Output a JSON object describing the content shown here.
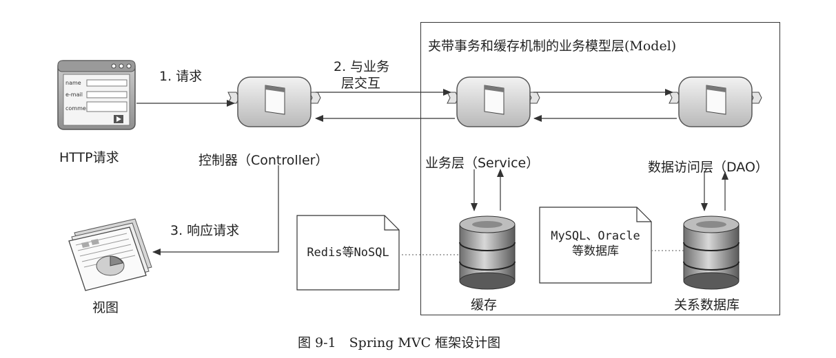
{
  "model_title": "夹带事务和缓存机制的业务模型层(Model)",
  "http_request_label": "HTTP请求",
  "form_fields": [
    "name",
    "e-mail",
    "comments"
  ],
  "controller_label": "控制器（Controller）",
  "service_label": "业务层（Service）",
  "dao_label": "数据访问层（DAO）",
  "view_label": "视图",
  "cache_label": "缓存",
  "relational_db_label": "关系数据库",
  "arrow_request": "1. 请求",
  "arrow_interact_line1": "2. 与业务",
  "arrow_interact_line2": "层交互",
  "arrow_response": "3. 响应请求",
  "note_nosql": "Redis等NoSQL",
  "note_rdb_line1": "MySQL、Oracle",
  "note_rdb_line2": "等数据库",
  "caption": "图 9-1　Spring MVC 框架设计图"
}
